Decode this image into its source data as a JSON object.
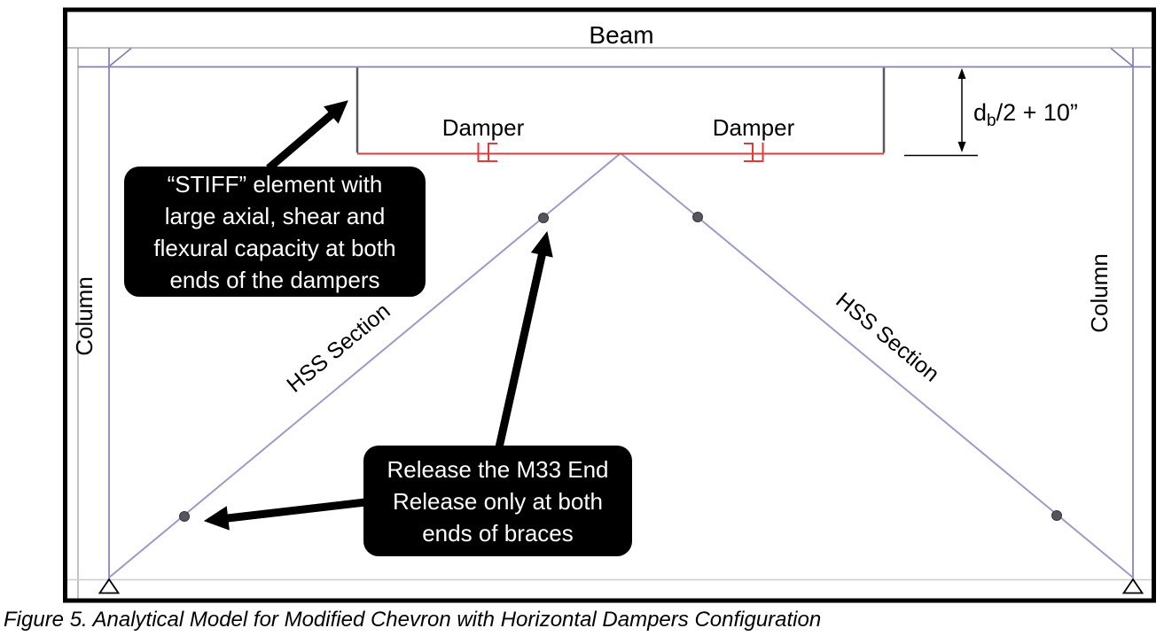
{
  "figure": {
    "caption": "Figure 5. Analytical Model for Modified Chevron with Horizontal Dampers Configuration"
  },
  "labels": {
    "beam": "Beam",
    "column_left": "Column",
    "column_right": "Column",
    "damper_left": "Damper",
    "damper_right": "Damper",
    "hss_left": "HSS Section",
    "hss_right": "HSS Section"
  },
  "dimension": {
    "prefix": "d",
    "sub": "b",
    "suffix": "/2 + 10”"
  },
  "callouts": {
    "stiff": {
      "lines": [
        "“STIFF” element with",
        "large axial, shear and",
        "flexural capacity at both",
        "ends of the dampers"
      ]
    },
    "release": {
      "lines": [
        "Release the M33 End",
        "Release only at both",
        "ends of braces"
      ]
    }
  },
  "colors": {
    "frame": "#8080b8",
    "brace": "#9b9bc8",
    "grid": "#a8a8a8",
    "grid_light": "#cccccc",
    "damper": "#e03b3b",
    "stiff_element": "#585864",
    "callout_bg": "#000000",
    "callout_text": "#ffffff",
    "border": "#000000"
  }
}
